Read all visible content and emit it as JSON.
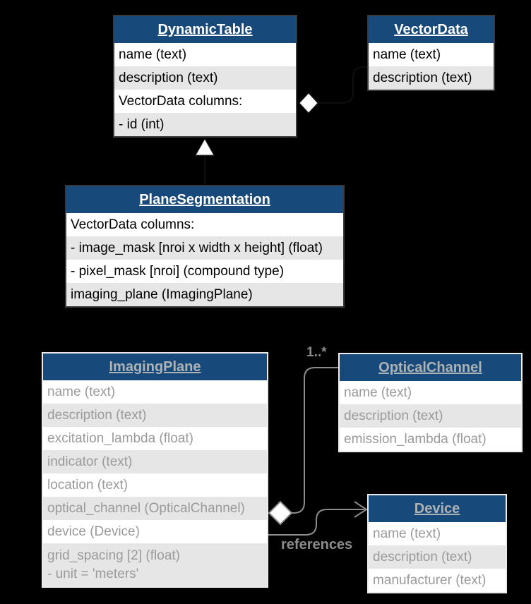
{
  "colors": {
    "background": "#000000",
    "header_bg": "#17497a",
    "header_text_active": "#ffffff",
    "header_text_inactive": "#adb2b5",
    "row_text_active": "#000000",
    "row_text_inactive": "#9a9a9a",
    "row_bg_white": "#ffffff",
    "row_bg_gray": "#e6e6e6",
    "border_active": "#3a3a3a",
    "border_inactive": "#ececec",
    "connector": "#8c8c8c"
  },
  "classes": {
    "dynamic_table": {
      "title": "DynamicTable",
      "rows": [
        "name (text)",
        "description (text)",
        "VectorData columns:",
        "- id (int)"
      ]
    },
    "vector_data": {
      "title": "VectorData",
      "rows": [
        "name (text)",
        "description (text)"
      ]
    },
    "plane_segmentation": {
      "title": "PlaneSegmentation",
      "rows": [
        "VectorData columns:",
        "- image_mask [nroi x width x height] (float)",
        "- pixel_mask [nroi] (compound type)",
        "imaging_plane (ImagingPlane)"
      ]
    },
    "imaging_plane": {
      "title": "ImagingPlane",
      "rows": [
        "name (text)",
        "description (text)",
        "excitation_lambda (float)",
        "indicator (text)",
        "location (text)",
        "optical_channel (OpticalChannel)",
        "device (Device)",
        "grid_spacing [2] (float)\n- unit = 'meters'"
      ]
    },
    "optical_channel": {
      "title": "OpticalChannel",
      "rows": [
        "name (text)",
        "description (text)",
        "emission_lambda (float)"
      ]
    },
    "device": {
      "title": "Device",
      "rows": [
        "name (text)",
        "description (text)",
        "manufacturer (text)"
      ]
    }
  },
  "labels": {
    "multiplicity": "1..*",
    "references": "references"
  }
}
